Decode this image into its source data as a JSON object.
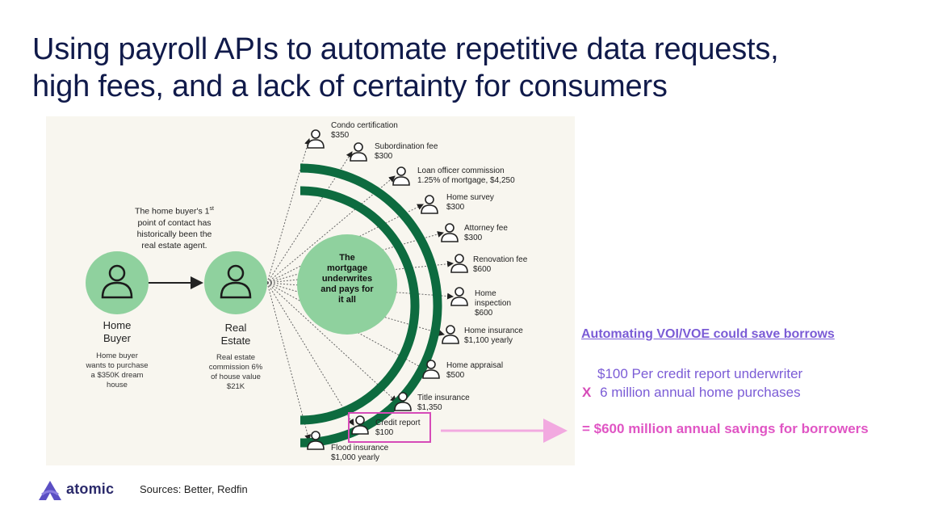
{
  "title": {
    "line1": "Using payroll APIs to automate repetitive data requests,",
    "line2": "high fees, and a lack of certainty for consumers"
  },
  "diagram": {
    "note": {
      "line1": "The home buyer's 1",
      "sup": "st",
      "line2": "point of contact has",
      "line3": "historically been the",
      "line4": "real estate agent."
    },
    "home_buyer": {
      "title1": "Home",
      "title2": "Buyer",
      "desc1": "Home  buyer",
      "desc2": "wants to purchase",
      "desc3": "a $350K dream",
      "desc4": "house"
    },
    "real_estate": {
      "title1": "Real",
      "title2": "Estate",
      "desc1": "Real estate",
      "desc2": "commission 6%",
      "desc3": "of house value",
      "desc4": "$21K"
    },
    "mortgage": {
      "line1": "The",
      "line2": "mortgage",
      "line3": "underwrites",
      "line4": "and pays for",
      "line5": "it all"
    },
    "fees": [
      {
        "name": "Condo certification",
        "amount": "$350"
      },
      {
        "name": "Subordination fee",
        "amount": "$300"
      },
      {
        "name": "Loan officer commission",
        "amount": "1.25% of mortgage, $4,250"
      },
      {
        "name": "Home survey",
        "amount": "$300"
      },
      {
        "name": "Attorney fee",
        "amount": "$300"
      },
      {
        "name": "Renovation fee",
        "amount": "$600"
      },
      {
        "name": "Home",
        "name2": "inspection",
        "amount": "$600"
      },
      {
        "name": "Home insurance",
        "amount": "$1,100 yearly"
      },
      {
        "name": "Home appraisal",
        "amount": "$500"
      },
      {
        "name": "Title insurance",
        "amount": "$1,350"
      },
      {
        "name": "Credit report",
        "amount": "$100"
      },
      {
        "name": "Flood insurance",
        "amount": "$1,000 yearly"
      }
    ]
  },
  "savings": {
    "heading": "Automating VOI/VOE could save borrows",
    "line1": "$100 Per credit report underwriter",
    "x_symbol": "X",
    "line2": "6 million annual home purchases",
    "result": "=  $600 million annual savings for borrowers"
  },
  "footer": {
    "brand": "atomic",
    "sources": "Sources: Better, Redfin"
  },
  "colors": {
    "title": "#101a4a",
    "arc": "#0d6b3f",
    "circle": "#8fd19e",
    "accent_purple": "#7b5cd6",
    "accent_pink": "#e055c4"
  }
}
